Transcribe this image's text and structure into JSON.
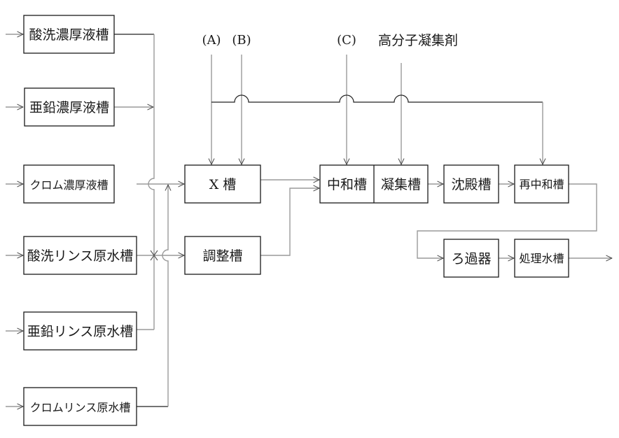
{
  "diagram": {
    "type": "process-flow",
    "source_tanks": [
      {
        "id": "t1",
        "label": "酸洗濃厚液槽"
      },
      {
        "id": "t2",
        "label": "亜鉛濃厚液槽"
      },
      {
        "id": "t3",
        "label": "クロム濃厚液槽"
      },
      {
        "id": "t4",
        "label": "酸洗リンス原水槽"
      },
      {
        "id": "t5",
        "label": "亜鉛リンス原水槽"
      },
      {
        "id": "t6",
        "label": "クロムリンス原水槽"
      }
    ],
    "process_units": {
      "x_tank": "X 槽",
      "adjust_tank": "調整槽",
      "neutralize_tank": "中和槽",
      "coagulate_tank": "凝集槽",
      "settling_tank": "沈殿槽",
      "reneutralize_tank": "再中和槽",
      "filter": "ろ過器",
      "treated_water_tank": "処理水槽"
    },
    "chemical_inputs": {
      "a": "(A)",
      "b": "(B)",
      "c": "(C)",
      "polymer": "高分子凝集剤"
    },
    "flows": [
      {
        "from": "酸洗濃厚液槽",
        "to": "X 槽"
      },
      {
        "from": "亜鉛濃厚液槽",
        "to": "X 槽"
      },
      {
        "from": "酸洗リンス原水槽",
        "to": "X 槽"
      },
      {
        "from": "亜鉛リンス原水槽",
        "to": "X 槽"
      },
      {
        "from": "クロム濃厚液槽",
        "to": "X 槽"
      },
      {
        "from": "クロムリンス原水槽",
        "to": "X 槽"
      },
      {
        "from": "(A)",
        "to": "X 槽"
      },
      {
        "from": "(B)",
        "to": "X 槽"
      },
      {
        "from": "(A)",
        "to": "再中和槽"
      },
      {
        "from": "X 槽",
        "to": "中和槽"
      },
      {
        "from": "調整槽",
        "to": "中和槽"
      },
      {
        "from": "(C)",
        "to": "中和槽"
      },
      {
        "from": "高分子凝集剤",
        "to": "凝集槽"
      },
      {
        "from": "凝集槽",
        "to": "沈殿槽"
      },
      {
        "from": "沈殿槽",
        "to": "再中和槽"
      },
      {
        "from": "再中和槽",
        "to": "ろ過器"
      },
      {
        "from": "ろ過器",
        "to": "処理水槽"
      },
      {
        "from": "処理水槽",
        "to": "outlet"
      }
    ]
  }
}
